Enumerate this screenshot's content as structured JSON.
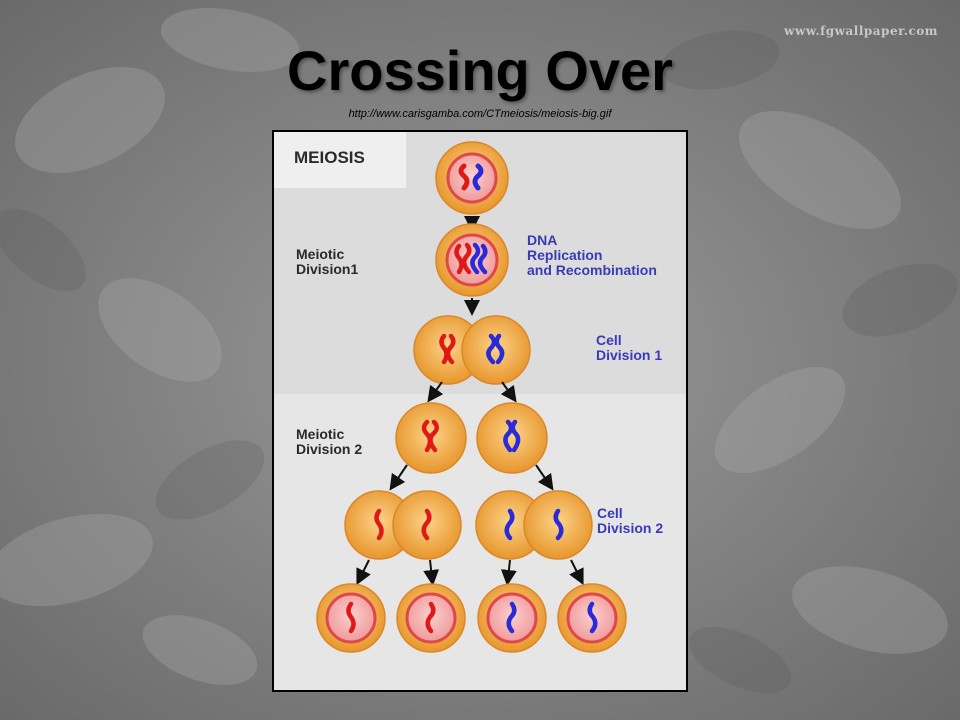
{
  "slide": {
    "title": "Crossing Over",
    "source": "http://www.carisgamba.com/CTmeiosis/meiosis-big.gif",
    "watermark": "www.fgwallpaper.com"
  },
  "diagram": {
    "heading": "MEIOSIS",
    "stage_labels": {
      "meiotic_division_1": "Meiotic\nDivision1",
      "dna_replication": "DNA\nReplication\nand Recombination",
      "cell_division_1": "Cell\nDivision 1",
      "meiotic_division_2": "Meiotic\nDivision 2",
      "cell_division_2": "Cell\nDivision 2"
    }
  },
  "colors": {
    "cell_fill": "#f3b04a",
    "cell_outer": "#e89930",
    "nucleus_fill": "#f4a7a7",
    "nucleus_ring": "#e24a4a",
    "chromosome_red": "#e01818",
    "chromosome_blue": "#2a2ad8",
    "label_blue": "#3a3ab8"
  }
}
